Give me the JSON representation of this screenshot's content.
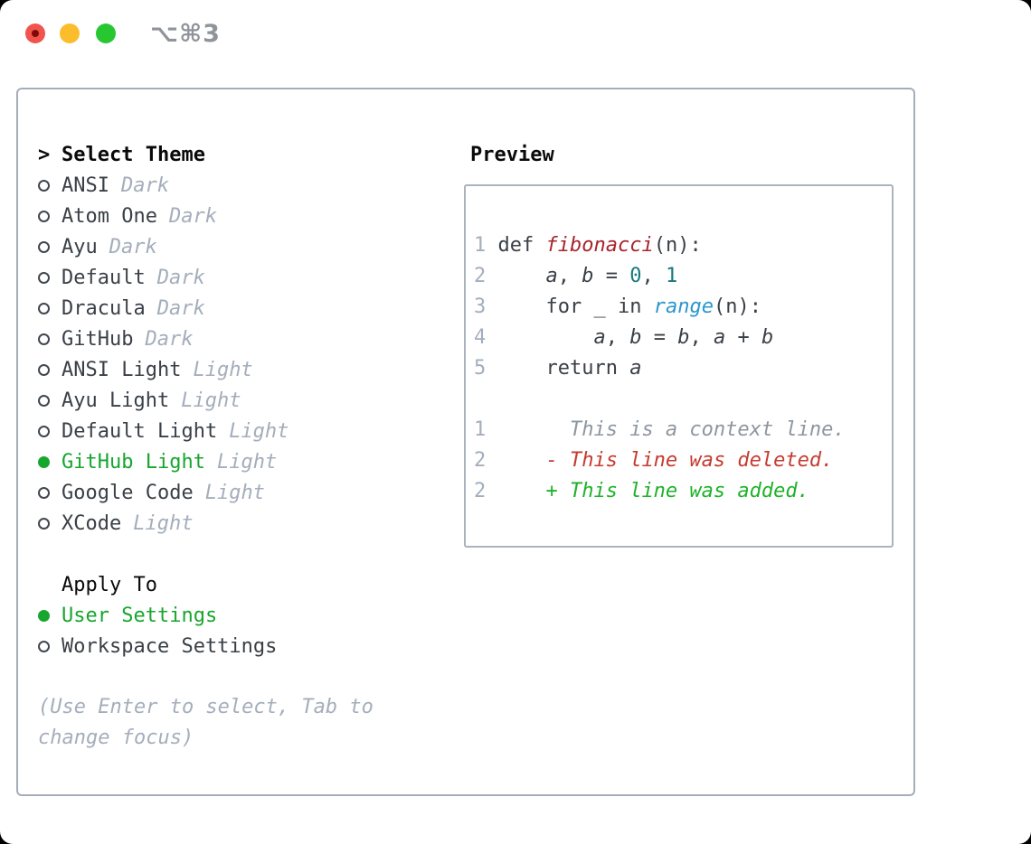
{
  "window": {
    "title": "⌥⌘3",
    "controls": [
      "close",
      "minimize",
      "zoom"
    ]
  },
  "picker": {
    "prompt": ">",
    "title": "Select Theme",
    "themes": [
      {
        "name": "ANSI",
        "tag": "Dark",
        "selected": false
      },
      {
        "name": "Atom One",
        "tag": "Dark",
        "selected": false
      },
      {
        "name": "Ayu",
        "tag": "Dark",
        "selected": false
      },
      {
        "name": "Default",
        "tag": "Dark",
        "selected": false
      },
      {
        "name": "Dracula",
        "tag": "Dark",
        "selected": false
      },
      {
        "name": "GitHub",
        "tag": "Dark",
        "selected": false
      },
      {
        "name": "ANSI Light",
        "tag": "Light",
        "selected": false
      },
      {
        "name": "Ayu Light",
        "tag": "Light",
        "selected": false
      },
      {
        "name": "Default Light",
        "tag": "Light",
        "selected": false
      },
      {
        "name": "GitHub Light",
        "tag": "Light",
        "selected": true
      },
      {
        "name": "Google Code",
        "tag": "Light",
        "selected": false
      },
      {
        "name": "XCode",
        "tag": "Light",
        "selected": false
      }
    ],
    "apply_to": {
      "title": "Apply To",
      "options": [
        {
          "label": "User Settings",
          "selected": true
        },
        {
          "label": "Workspace Settings",
          "selected": false
        }
      ]
    },
    "hint": "(Use Enter to select, Tab to change focus)"
  },
  "preview": {
    "title": "Preview",
    "code_lines": [
      {
        "num": "1",
        "tokens": [
          {
            "text": "def ",
            "style": "kw"
          },
          {
            "text": "fibonacci",
            "style": "fn"
          },
          {
            "text": "(n):",
            "style": "pl"
          }
        ]
      },
      {
        "num": "2",
        "tokens": [
          {
            "text": "    ",
            "style": "pl"
          },
          {
            "text": "a",
            "style": "var"
          },
          {
            "text": ", ",
            "style": "pl"
          },
          {
            "text": "b",
            "style": "var"
          },
          {
            "text": " = ",
            "style": "pl"
          },
          {
            "text": "0",
            "style": "num"
          },
          {
            "text": ", ",
            "style": "pl"
          },
          {
            "text": "1",
            "style": "num"
          }
        ]
      },
      {
        "num": "3",
        "tokens": [
          {
            "text": "    ",
            "style": "pl"
          },
          {
            "text": "for",
            "style": "kw"
          },
          {
            "text": " _ ",
            "style": "pl"
          },
          {
            "text": "in",
            "style": "kw"
          },
          {
            "text": " ",
            "style": "pl"
          },
          {
            "text": "range",
            "style": "bi"
          },
          {
            "text": "(n):",
            "style": "pl"
          }
        ]
      },
      {
        "num": "4",
        "tokens": [
          {
            "text": "        ",
            "style": "pl"
          },
          {
            "text": "a",
            "style": "var"
          },
          {
            "text": ", ",
            "style": "pl"
          },
          {
            "text": "b",
            "style": "var"
          },
          {
            "text": " = ",
            "style": "pl"
          },
          {
            "text": "b",
            "style": "var"
          },
          {
            "text": ", ",
            "style": "pl"
          },
          {
            "text": "a",
            "style": "var"
          },
          {
            "text": " + ",
            "style": "pl"
          },
          {
            "text": "b",
            "style": "var"
          }
        ]
      },
      {
        "num": "5",
        "tokens": [
          {
            "text": "    ",
            "style": "pl"
          },
          {
            "text": "return",
            "style": "kw"
          },
          {
            "text": " ",
            "style": "pl"
          },
          {
            "text": "a",
            "style": "var"
          }
        ]
      },
      {
        "num": "",
        "tokens": []
      },
      {
        "num": "1",
        "tokens": [
          {
            "text": "      This is a context line.",
            "style": "ctx"
          }
        ]
      },
      {
        "num": "2",
        "tokens": [
          {
            "text": "    - This line was deleted.",
            "style": "del"
          }
        ]
      },
      {
        "num": "2",
        "tokens": [
          {
            "text": "    + This line was added.",
            "style": "add"
          }
        ]
      }
    ]
  },
  "colors": {
    "accent_green": "#17a62e",
    "function_red": "#a8242c",
    "number_teal": "#17797c",
    "builtin_blue": "#2b97cd",
    "diff_deleted_red": "#c53b30",
    "diff_added_green": "#1eb22a",
    "muted_gray": "#a4aebb",
    "text_dark": "#3a4047",
    "traffic_red": "#f1544d",
    "traffic_yellow": "#fbbd2c",
    "traffic_green": "#27c732"
  }
}
